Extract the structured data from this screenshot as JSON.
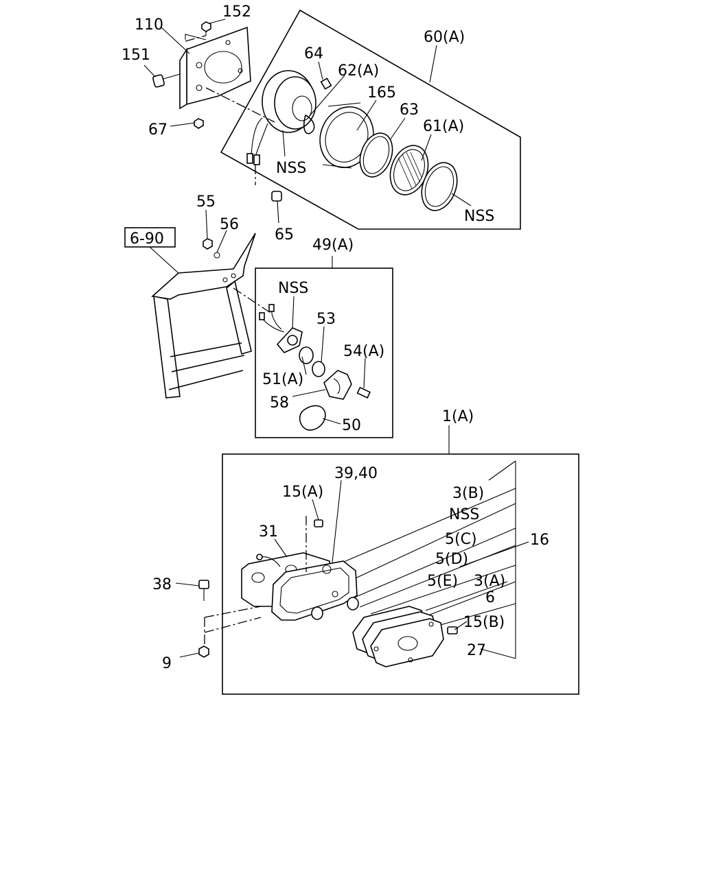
{
  "callouts": {
    "c152": "152",
    "c110": "110",
    "c151": "151",
    "c67": "67",
    "c64": "64",
    "c62a": "62(A)",
    "c60a": "60(A)",
    "c165": "165",
    "c63": "63",
    "c61a": "61(A)",
    "nss_top1": "NSS",
    "nss_top2": "NSS",
    "c65": "65",
    "c55": "55",
    "c56": "56",
    "ref690": "6-90",
    "c49a": "49(A)",
    "nss_mid": "NSS",
    "c53": "53",
    "c54a": "54(A)",
    "c51a": "51(A)",
    "c58": "58",
    "c50": "50",
    "c1a": "1(A)",
    "c3940": "39,40",
    "c15a": "15(A)",
    "c3b": "3(B)",
    "nss_bot": "NSS",
    "c31": "31",
    "c5c": "5(C)",
    "c16": "16",
    "c5d": "5(D)",
    "c38": "38",
    "c5e": "5(E)",
    "c3a": "3(A)",
    "c6": "6",
    "c15b": "15(B)",
    "c27": "27",
    "c9": "9"
  }
}
